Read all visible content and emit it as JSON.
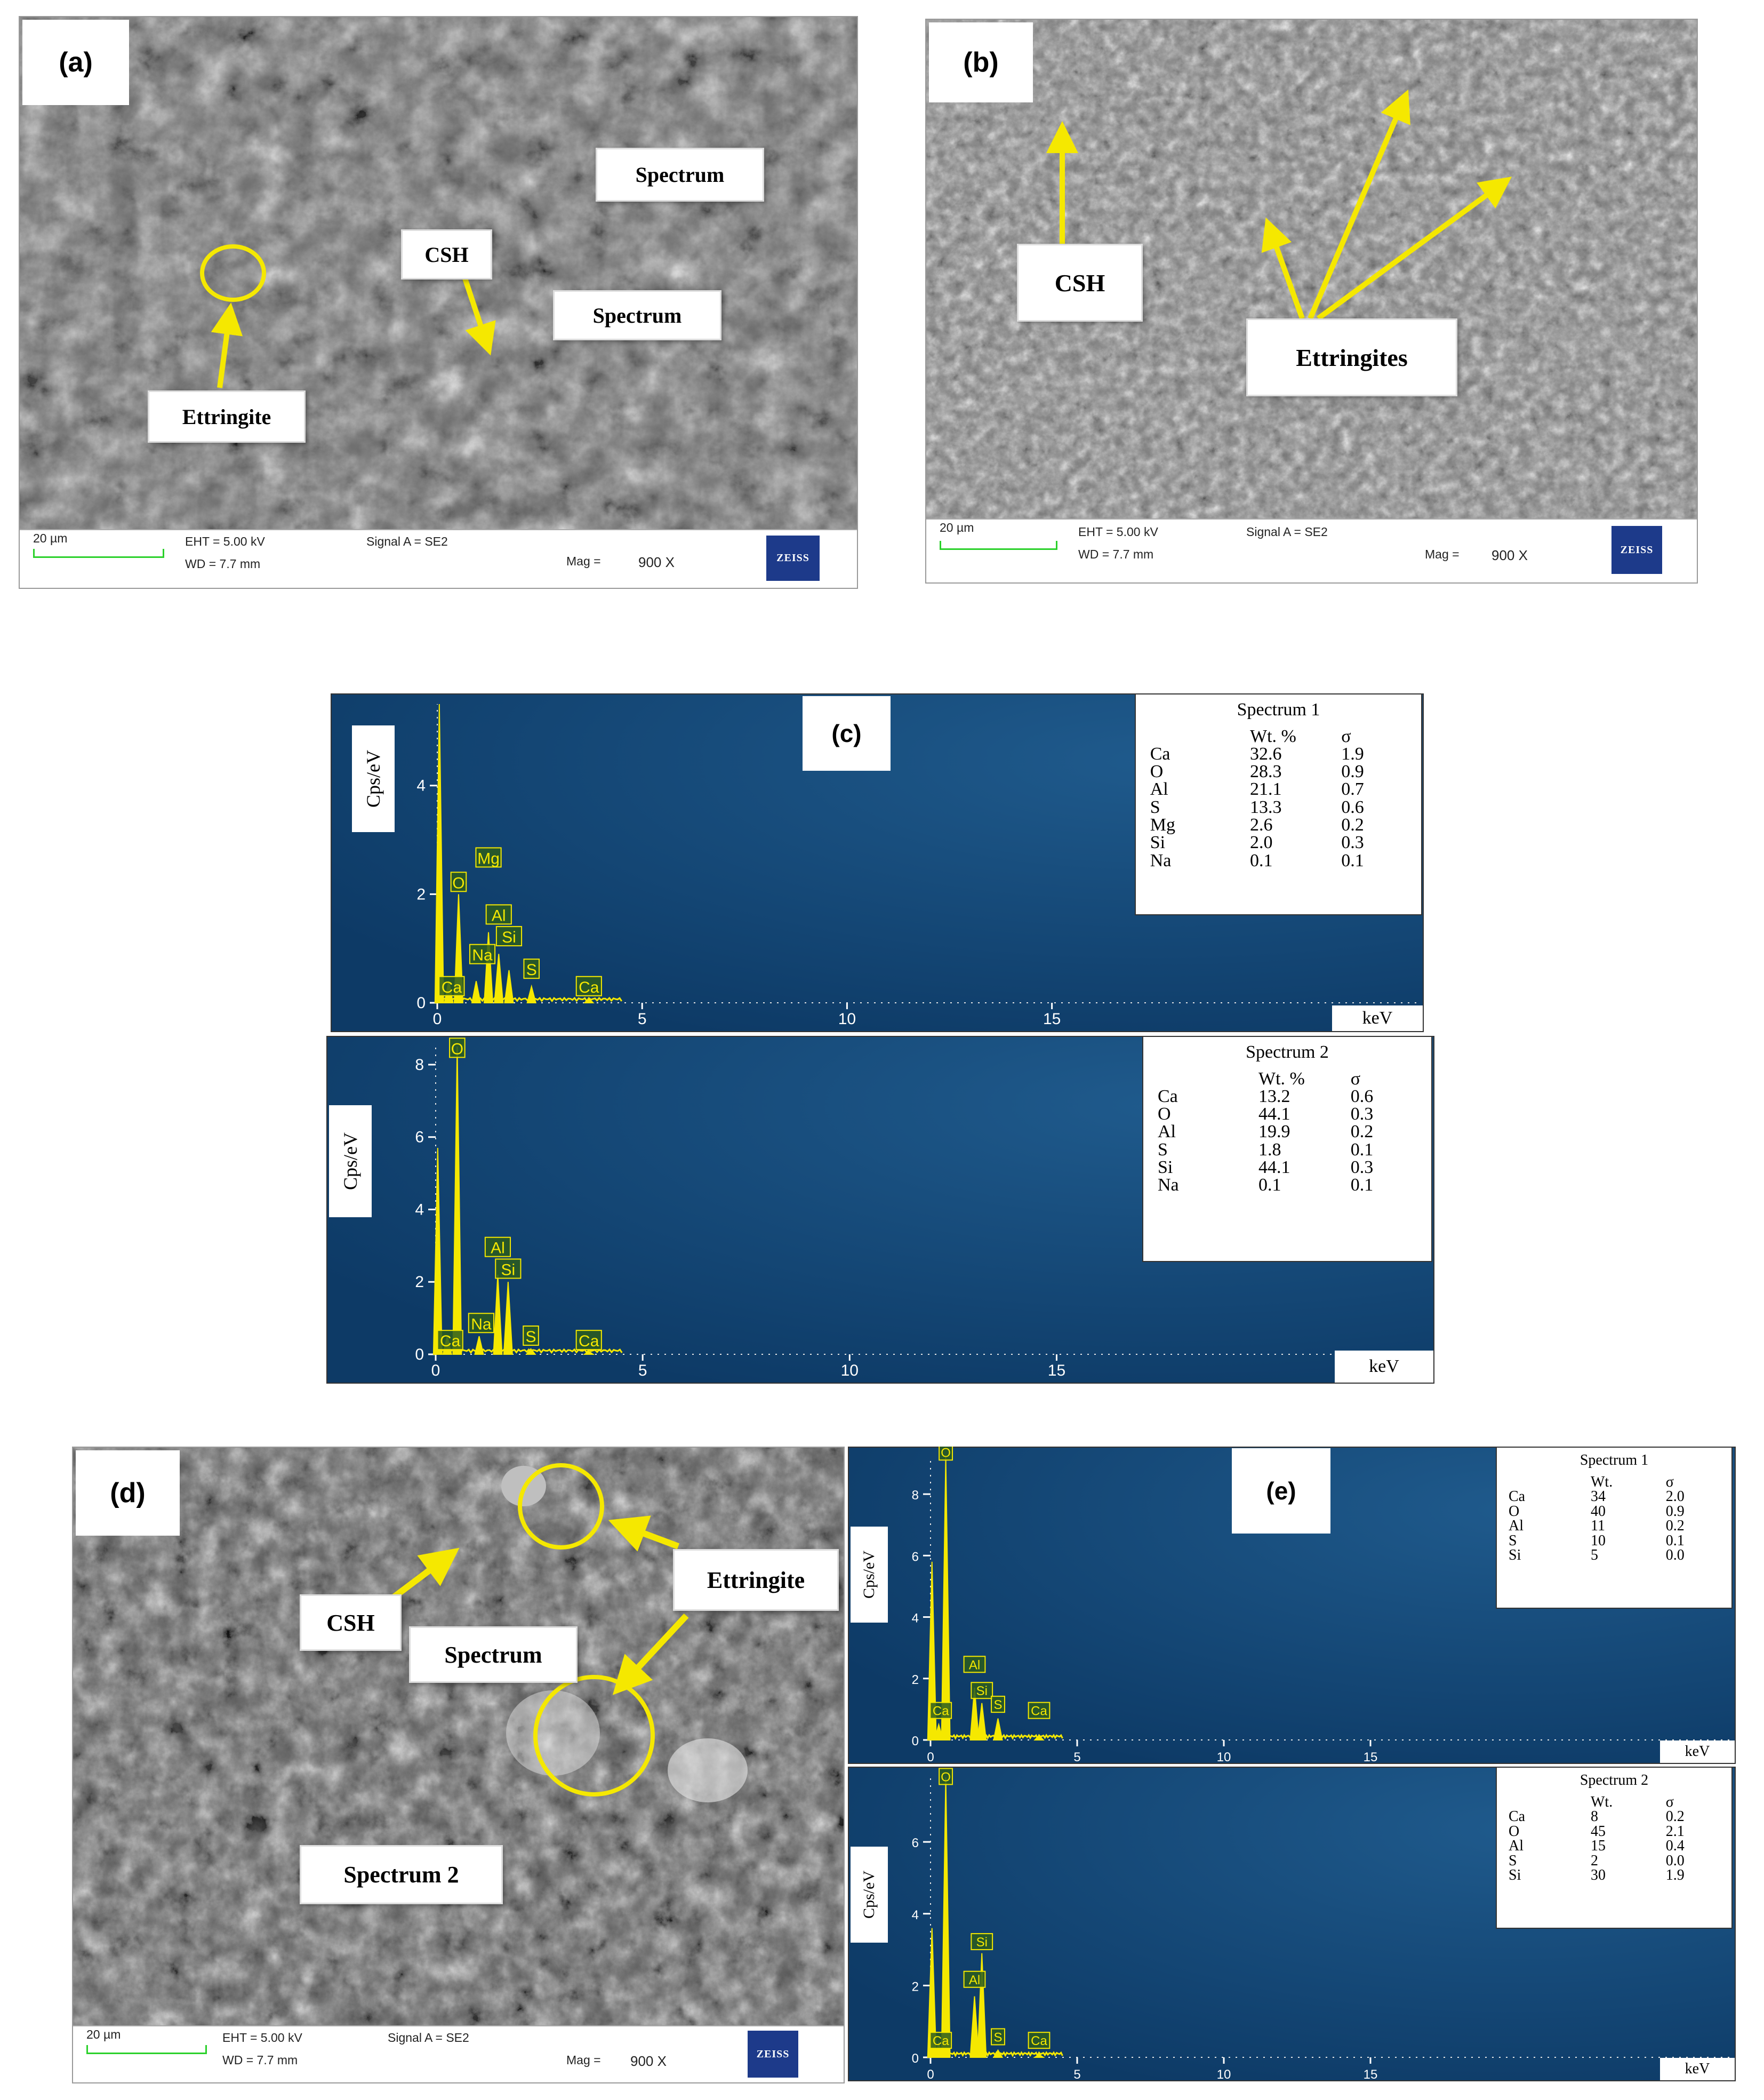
{
  "panels": {
    "a": {
      "label": "(a)",
      "annotations": {
        "spectrum_top": "Spectrum",
        "spectrum_mid": "Spectrum",
        "csh": "CSH",
        "ettringite": "Ettringite"
      },
      "databar": {
        "scale": "20 µm",
        "eht": "EHT =  5.00 kV",
        "wd": "WD =  7.7 mm",
        "signal": "Signal A = SE2",
        "mag_label": "Mag =",
        "mag_value": "900 X",
        "brand": "ZEISS"
      }
    },
    "b": {
      "label": "(b)",
      "annotations": {
        "csh": "CSH",
        "ettringites": "Ettringites"
      },
      "databar": {
        "scale": "20 µm",
        "eht": "EHT =  5.00 kV",
        "wd": "WD =  7.7 mm",
        "signal": "Signal A = SE2",
        "mag_label": "Mag =",
        "mag_value": "900 X",
        "brand": "ZEISS"
      }
    },
    "c": {
      "label": "(c)"
    },
    "d": {
      "label": "(d)",
      "annotations": {
        "csh": "CSH",
        "spectrum": "Spectrum",
        "ettringite": "Ettringite",
        "spectrum2": "Spectrum 2"
      },
      "databar": {
        "scale": "20 µm",
        "eht": "EHT =  5.00 kV",
        "wd": "WD =  7.7 mm",
        "signal": "Signal A = SE2",
        "mag_label": "Mag =",
        "mag_value": "900 X",
        "brand": "ZEISS"
      }
    },
    "e": {
      "label": "(e)"
    }
  },
  "chart_data": [
    {
      "id": "c1",
      "type": "line",
      "ylabel": "Cps/eV",
      "xlabel": "keV",
      "xlim": [
        0,
        19
      ],
      "ylim": [
        0,
        5.5
      ],
      "xticks": [
        0,
        5,
        10,
        15
      ],
      "yticks": [
        0,
        2,
        4
      ],
      "peaks": [
        {
          "x": 0.05,
          "y": 5.7
        },
        {
          "x": 0.28,
          "y": 0.4
        },
        {
          "x": 0.52,
          "y": 2.0
        },
        {
          "x": 0.95,
          "y": 0.4
        },
        {
          "x": 1.25,
          "y": 1.3
        },
        {
          "x": 1.5,
          "y": 0.9
        },
        {
          "x": 1.75,
          "y": 0.6
        },
        {
          "x": 2.3,
          "y": 0.3
        },
        {
          "x": 3.7,
          "y": 0.08
        }
      ],
      "element_labels": [
        {
          "text": "O",
          "x": 0.52,
          "y": 2.05
        },
        {
          "text": "Mg",
          "x": 1.25,
          "y": 2.5
        },
        {
          "text": "Al",
          "x": 1.5,
          "y": 1.45
        },
        {
          "text": "Si",
          "x": 1.75,
          "y": 1.05
        },
        {
          "text": "Na",
          "x": 1.1,
          "y": 0.72
        },
        {
          "text": "S",
          "x": 2.3,
          "y": 0.45
        },
        {
          "text": "Ca",
          "x": 0.35,
          "y": 0.13
        },
        {
          "text": "Ca",
          "x": 3.7,
          "y": 0.13
        }
      ],
      "table": {
        "title": "Spectrum 1",
        "header": [
          "Wt. %",
          "σ"
        ],
        "rows": [
          [
            "Ca",
            "32.6",
            "1.9"
          ],
          [
            "O",
            "28.3",
            "0.9"
          ],
          [
            "Al",
            "21.1",
            "0.7"
          ],
          [
            "S",
            "13.3",
            "0.6"
          ],
          [
            "Mg",
            "2.6",
            "0.2"
          ],
          [
            "Si",
            "2.0",
            "0.3"
          ],
          [
            "Na",
            "0.1",
            "0.1"
          ]
        ]
      }
    },
    {
      "id": "c2",
      "type": "line",
      "ylabel": "Cps/eV",
      "xlabel": "keV",
      "xlim": [
        0,
        19
      ],
      "ylim": [
        0,
        8.5
      ],
      "xticks": [
        0,
        5,
        10,
        15
      ],
      "yticks": [
        0,
        2,
        4,
        6,
        8
      ],
      "peaks": [
        {
          "x": 0.05,
          "y": 5.7
        },
        {
          "x": 0.28,
          "y": 0.5
        },
        {
          "x": 0.52,
          "y": 8.5
        },
        {
          "x": 1.05,
          "y": 0.5
        },
        {
          "x": 1.5,
          "y": 2.2
        },
        {
          "x": 1.75,
          "y": 2.0
        },
        {
          "x": 2.3,
          "y": 0.15
        },
        {
          "x": 3.7,
          "y": 0.08
        }
      ],
      "element_labels": [
        {
          "text": "O",
          "x": 0.52,
          "y": 8.2
        },
        {
          "text": "Al",
          "x": 1.5,
          "y": 2.7
        },
        {
          "text": "Si",
          "x": 1.75,
          "y": 2.1
        },
        {
          "text": "Na",
          "x": 1.1,
          "y": 0.6
        },
        {
          "text": "S",
          "x": 2.3,
          "y": 0.25
        },
        {
          "text": "Ca",
          "x": 0.35,
          "y": 0.13
        },
        {
          "text": "Ca",
          "x": 3.7,
          "y": 0.13
        }
      ],
      "table": {
        "title": "Spectrum 2",
        "header": [
          "Wt. %",
          "σ"
        ],
        "rows": [
          [
            "Ca",
            "13.2",
            "0.6"
          ],
          [
            "O",
            "44.1",
            "0.3"
          ],
          [
            "Al",
            "19.9",
            "0.2"
          ],
          [
            "S",
            "1.8",
            "0.1"
          ],
          [
            "Si",
            "44.1",
            "0.3"
          ],
          [
            "Na",
            "0.1",
            "0.1"
          ]
        ]
      }
    },
    {
      "id": "e1",
      "type": "line",
      "ylabel": "Cps/eV",
      "xlabel": "keV",
      "xlim": [
        0,
        20
      ],
      "ylim": [
        0,
        9.2
      ],
      "xticks": [
        0,
        5,
        10,
        15
      ],
      "yticks": [
        0,
        2,
        4,
        6,
        8
      ],
      "peaks": [
        {
          "x": 0.05,
          "y": 5.8
        },
        {
          "x": 0.28,
          "y": 0.5
        },
        {
          "x": 0.52,
          "y": 9.2
        },
        {
          "x": 1.5,
          "y": 1.7
        },
        {
          "x": 1.75,
          "y": 1.2
        },
        {
          "x": 2.3,
          "y": 0.7
        },
        {
          "x": 3.7,
          "y": 0.15
        }
      ],
      "element_labels": [
        {
          "text": "O",
          "x": 0.52,
          "y": 9.3
        },
        {
          "text": "Al",
          "x": 1.5,
          "y": 2.2
        },
        {
          "text": "Si",
          "x": 1.75,
          "y": 1.35
        },
        {
          "text": "S",
          "x": 2.3,
          "y": 0.9
        },
        {
          "text": "Ca",
          "x": 0.35,
          "y": 0.7
        },
        {
          "text": "Ca",
          "x": 3.7,
          "y": 0.7
        }
      ],
      "table": {
        "title": "Spectrum 1",
        "header": [
          "Wt.",
          "σ"
        ],
        "rows": [
          [
            "Ca",
            "34",
            "2.0"
          ],
          [
            "O",
            "40",
            "0.9"
          ],
          [
            "Al",
            "11",
            "0.2"
          ],
          [
            "S",
            "10",
            "0.1"
          ],
          [
            "Si",
            "5",
            "0.0"
          ]
        ]
      }
    },
    {
      "id": "e2",
      "type": "line",
      "ylabel": "Cps/eV",
      "xlabel": "keV",
      "xlim": [
        0,
        20
      ],
      "ylim": [
        0,
        7.8
      ],
      "xticks": [
        0,
        5,
        10,
        15
      ],
      "yticks": [
        0,
        2,
        4,
        6
      ],
      "peaks": [
        {
          "x": 0.05,
          "y": 3.6
        },
        {
          "x": 0.28,
          "y": 0.4
        },
        {
          "x": 0.52,
          "y": 7.8
        },
        {
          "x": 1.5,
          "y": 1.7
        },
        {
          "x": 1.75,
          "y": 2.9
        },
        {
          "x": 2.3,
          "y": 0.2
        },
        {
          "x": 3.7,
          "y": 0.08
        }
      ],
      "element_labels": [
        {
          "text": "O",
          "x": 0.52,
          "y": 7.6
        },
        {
          "text": "Si",
          "x": 1.75,
          "y": 3.0
        },
        {
          "text": "Al",
          "x": 1.5,
          "y": 1.95
        },
        {
          "text": "S",
          "x": 2.3,
          "y": 0.35
        },
        {
          "text": "Ca",
          "x": 0.35,
          "y": 0.25
        },
        {
          "text": "Ca",
          "x": 3.7,
          "y": 0.25
        }
      ],
      "table": {
        "title": "Spectrum 2",
        "header": [
          "Wt.",
          "σ"
        ],
        "rows": [
          [
            "Ca",
            "8",
            "0.2"
          ],
          [
            "O",
            "45",
            "2.1"
          ],
          [
            "Al",
            "15",
            "0.4"
          ],
          [
            "S",
            "2",
            "0.0"
          ],
          [
            "Si",
            "30",
            "1.9"
          ]
        ]
      }
    }
  ]
}
